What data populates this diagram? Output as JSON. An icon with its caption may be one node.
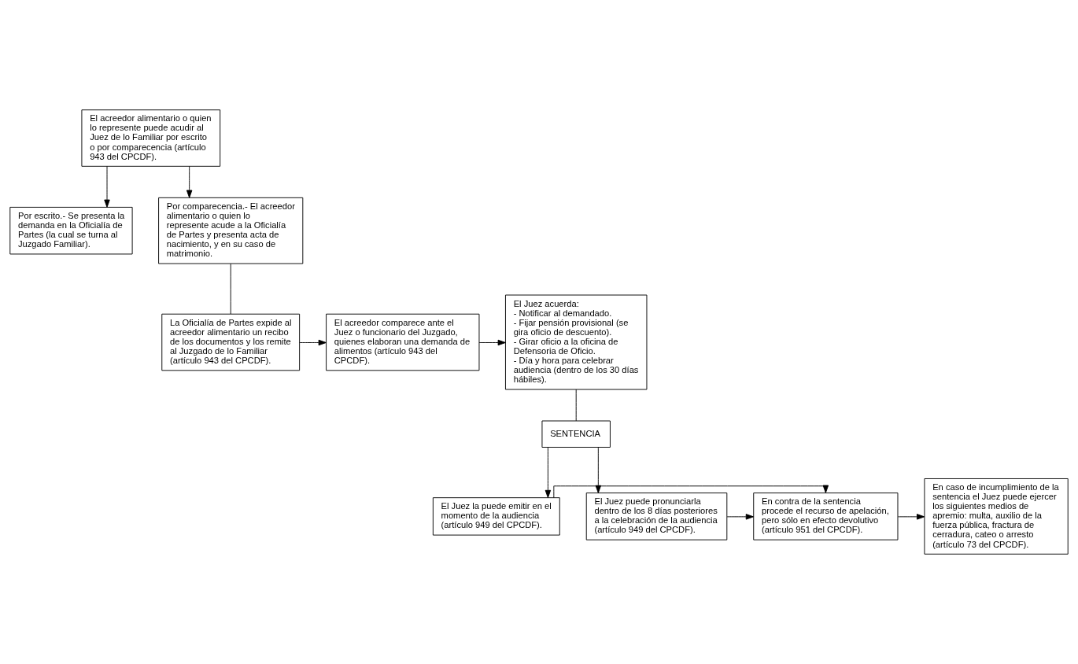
{
  "diagram": {
    "nodes": [
      {
        "text": [
          "El acreedor alimentario o quien lo represente puede acudir al Juez de lo Familiar por escrito o por comparecencia (artículo 943 del CPCDF)."
        ]
      },
      {
        "text": [
          "Por escrito.- Se presenta la demanda en la Oficialía de Partes (la cual se turna al Juzgado Familiar)."
        ]
      },
      {
        "text": [
          "Por comparecencia.- El acreedor alimentario o quien lo represente acude a la Oficialía de Partes y presenta acta de nacimiento, y en su caso de matrimonio."
        ]
      },
      {
        "text": [
          "La Oficialía de Partes expide al acreedor alimentario un recibo de los documentos y los remite al Juzgado de lo Familiar (artículo 943 del CPCDF)."
        ]
      },
      {
        "text": [
          "El acreedor comparece ante el Juez o funcionario del Juzgado, quienes elaboran una demanda de alimentos (artículo 943 del CPCDF)."
        ]
      },
      {
        "text": [
          "El Juez acuerda:",
          "- Notificar al demandado.",
          "- Fijar pensión provisional (se gira oficio de descuento).",
          "- Girar oficio a la oficina de Defensoria de Oficio.",
          "- Día y hora para celebrar audiencia (dentro de los 30 días hábiles)."
        ]
      },
      {
        "text": [
          "SENTENCIA"
        ]
      },
      {
        "text": [
          "El Juez la puede emitir en el momento de la audiencia (artículo 949 del CPCDF)."
        ]
      },
      {
        "text": [
          "El Juez puede pronunciarla dentro de los 8 días posteriores a la celebración de la audiencia (artículo 949 del CPCDF)."
        ]
      },
      {
        "text": [
          "En contra de la sentencia procede el recurso de apelación, pero sólo en efecto devolutivo (artículo 951 del CPCDF)."
        ]
      },
      {
        "text": [
          "En caso de incumplimiento de la sentencia el Juez puede ejercer los siguientes medios de apremio: multa, auxilio de la fuerza pública, fractura de cerradura, cateo o arresto (artículo 73 del CPCDF)."
        ]
      }
    ],
    "edges": [
      {
        "from": 0,
        "to": 1,
        "arrow": "to"
      },
      {
        "from": 0,
        "to": 2,
        "arrow": "to"
      },
      {
        "from": 2,
        "to": 3,
        "arrow": "none"
      },
      {
        "from": 3,
        "to": 4,
        "arrow": "to"
      },
      {
        "from": 4,
        "to": 5,
        "arrow": "to"
      },
      {
        "from": 5,
        "to": 6,
        "arrow": "none"
      },
      {
        "from": 6,
        "to": 7,
        "arrow": "to"
      },
      {
        "from": 6,
        "to": 8,
        "arrow": "to"
      },
      {
        "from": 7,
        "to": 9,
        "arrow": "to"
      },
      {
        "from": 8,
        "to": 9,
        "arrow": "to"
      },
      {
        "from": 9,
        "to": 10,
        "arrow": "to"
      }
    ]
  }
}
